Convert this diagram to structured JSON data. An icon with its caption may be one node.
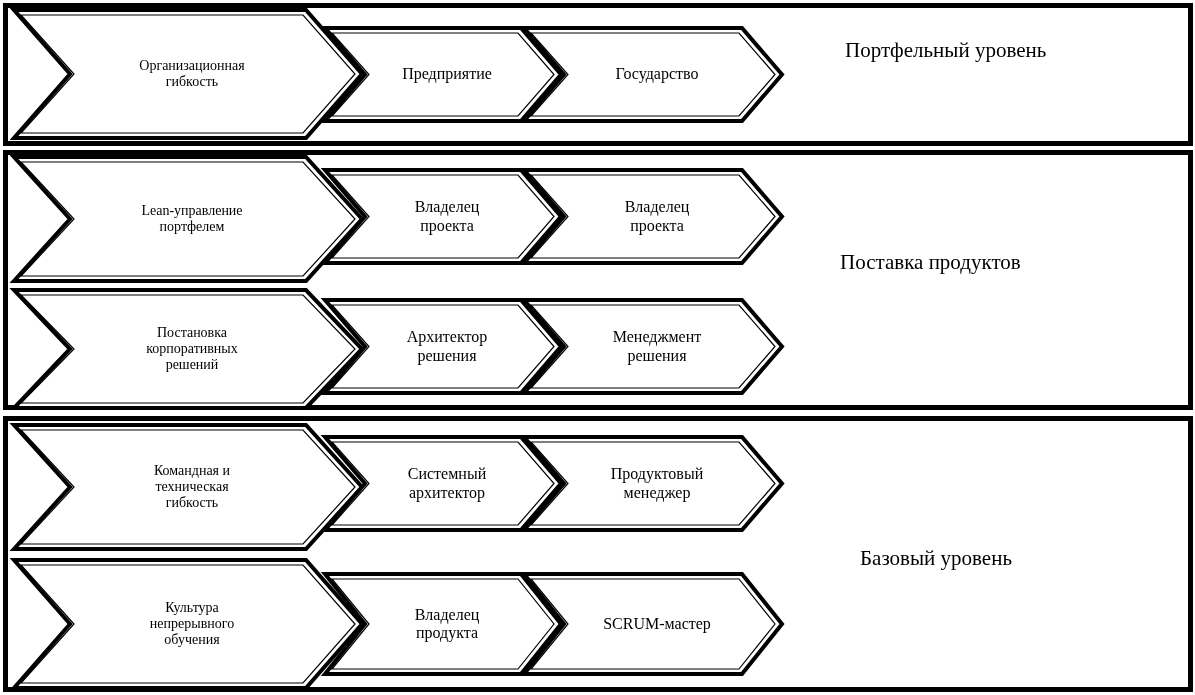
{
  "diagram": {
    "nodes": [
      {
        "text": [
          "Портфельный уровень"
        ]
      },
      {
        "text": [
          "Организационная гибкость"
        ],
        "in": 0
      },
      {
        "text": [
          "Предприятие"
        ],
        "in": 0
      },
      {
        "text": [
          "Государство"
        ],
        "in": 0
      },
      {
        "text": [
          "Поставка продуктов"
        ]
      },
      {
        "text": [
          "Lean-управление портфелем"
        ],
        "in": 4
      },
      {
        "text": [
          "Владелец проекта"
        ],
        "in": 4
      },
      {
        "text": [
          "Владелец проекта"
        ],
        "in": 4
      },
      {
        "text": [
          "Постановка корпоративных решений"
        ],
        "in": 4
      },
      {
        "text": [
          "Архитектор решения"
        ],
        "in": 4
      },
      {
        "text": [
          "Менеджмент решения"
        ],
        "in": 4
      },
      {
        "text": [
          "Базовый уровень"
        ]
      },
      {
        "text": [
          "Командная и техническая гибкость"
        ],
        "in": 11
      },
      {
        "text": [
          "Системный архитектор"
        ],
        "in": 11
      },
      {
        "text": [
          "Продуктовый менеджер"
        ],
        "in": 11
      },
      {
        "text": [
          "Культура непрерывного обучения"
        ],
        "in": 11
      },
      {
        "text": [
          "Владелец продукта"
        ],
        "in": 11
      },
      {
        "text": [
          "SCRUM-мастер"
        ],
        "in": 11
      }
    ]
  }
}
